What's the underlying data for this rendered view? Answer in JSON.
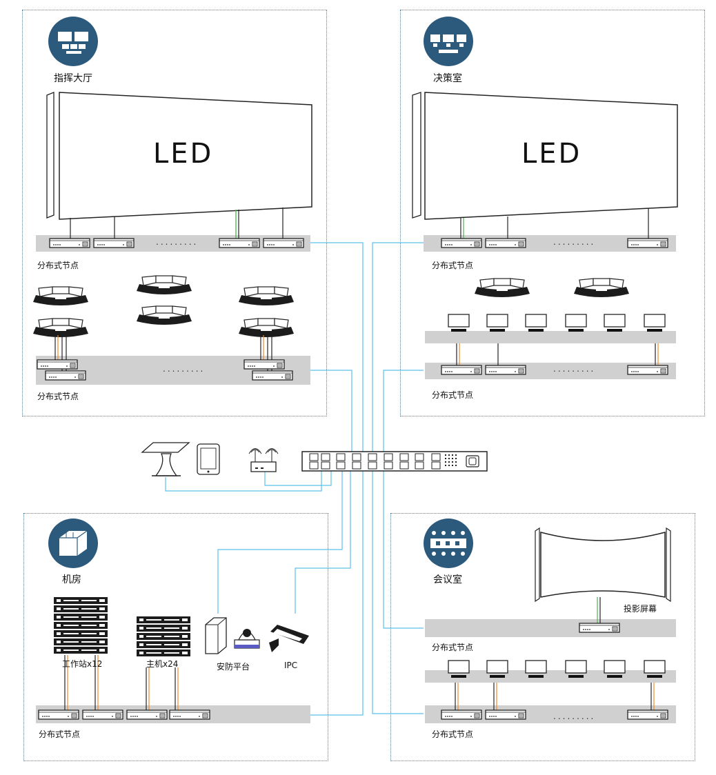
{
  "zones": {
    "command_hall": {
      "title": "指挥大厅",
      "screen_label": "LED",
      "node_row_1_label": "分布式节点",
      "node_row_2_label": "分布式节点",
      "ellipsis": "........."
    },
    "decision_room": {
      "title": "决策室",
      "screen_label": "LED",
      "node_row_1_label": "分布式节点",
      "node_row_2_label": "分布式节点",
      "ellipsis": "........."
    },
    "machine_room": {
      "title": "机房",
      "workstation_label": "工作站x12",
      "host_label": "主机x24",
      "security_platform_label": "安防平台",
      "ipc_label": "IPC",
      "node_row_label": "分布式节点"
    },
    "meeting_room": {
      "title": "会议室",
      "projection_label": "投影屏幕",
      "node_row_1_label": "分布式节点",
      "node_row_2_label": "分布式节点",
      "ellipsis": "........."
    }
  },
  "colors": {
    "zone_border": "#4a7fa0",
    "badge": "#2b5a7c",
    "network_line": "#5bc0eb",
    "node_strip": "#d0d0d0",
    "cable_orange": "#e88a2e",
    "cable_green": "#4caf50"
  },
  "icons": [
    "monitor-wall-icon",
    "control-console-icon",
    "server-rack-icon",
    "meeting-table-icon"
  ]
}
